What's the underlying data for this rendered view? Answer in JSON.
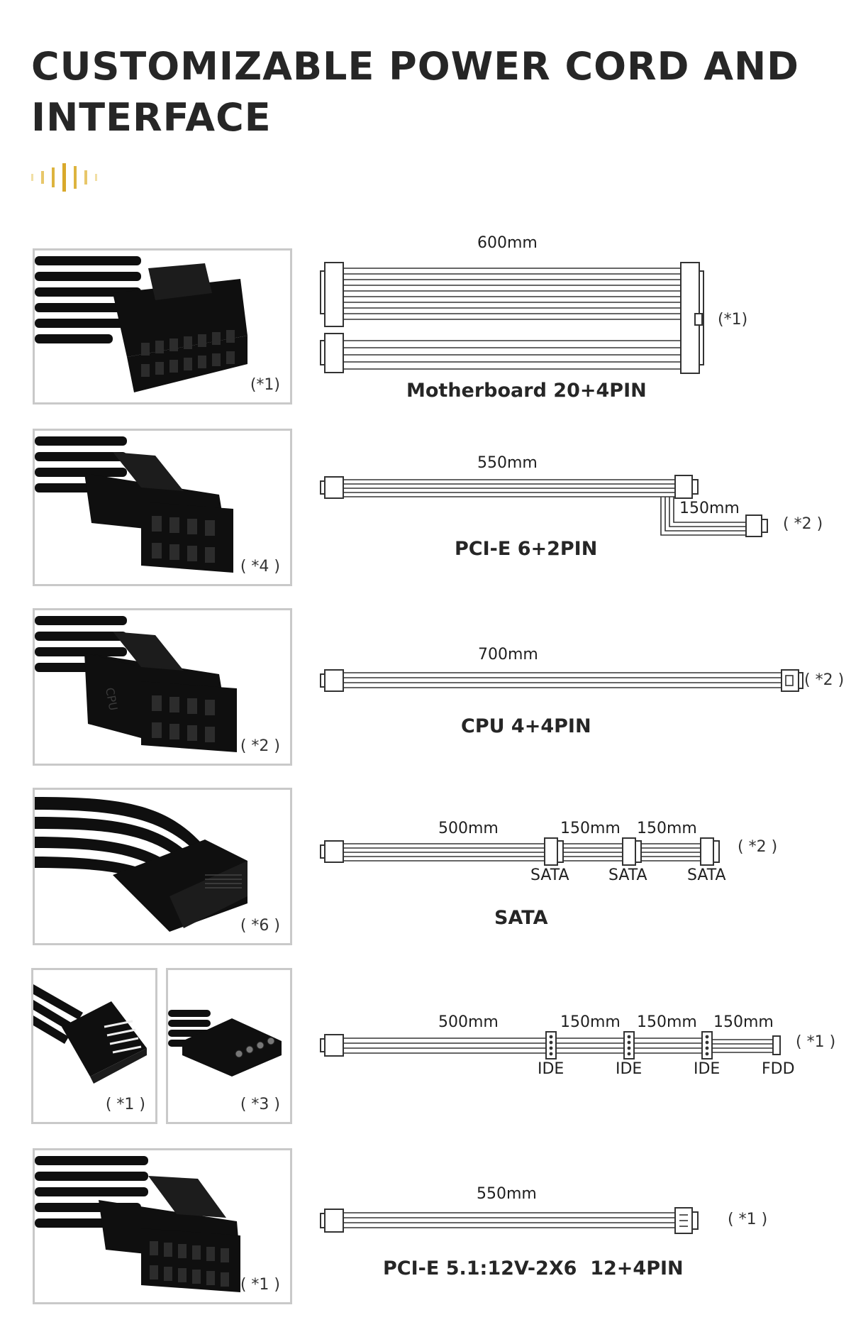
{
  "page": {
    "title_line1": "CUSTOMIZABLE POWER CORD AND",
    "title_line2": "INTERFACE"
  },
  "colors": {
    "accent": "#d9a92b",
    "frame": "#c9c9c9",
    "cable": "#111111",
    "line": "#333333"
  },
  "cables": [
    {
      "name": "Motherboard 20+4PIN",
      "thumb_qty": "(*1)",
      "diagram_qty": "(*1)",
      "lengths": [
        "600mm"
      ],
      "connector_labels": []
    },
    {
      "name": "PCI-E 6+2PIN",
      "thumb_qty": "( *4 )",
      "diagram_qty": "( *2 )",
      "lengths": [
        "550mm",
        "150mm"
      ],
      "connector_labels": []
    },
    {
      "name": "CPU 4+4PIN",
      "thumb_qty": "( *2 )",
      "diagram_qty": "( *2 )",
      "thumb_mark": "CPU",
      "lengths": [
        "700mm"
      ],
      "connector_labels": []
    },
    {
      "name": "SATA",
      "thumb_qty": "( *6 )",
      "diagram_qty": "( *2 )",
      "lengths": [
        "500mm",
        "150mm",
        "150mm"
      ],
      "connector_labels": [
        "SATA",
        "SATA",
        "SATA"
      ]
    },
    {
      "name": "",
      "thumb_qty_a": "( *1 )",
      "thumb_qty_b": "( *3 )",
      "diagram_qty": "( *1 )",
      "lengths": [
        "500mm",
        "150mm",
        "150mm",
        "150mm"
      ],
      "connector_labels": [
        "IDE",
        "IDE",
        "IDE",
        "FDD"
      ]
    },
    {
      "name": "PCI-E 5.1:12V-2X6  12+4PIN",
      "thumb_qty": "( *1 )",
      "diagram_qty": "( *1 )",
      "lengths": [
        "550mm"
      ],
      "connector_labels": []
    }
  ]
}
